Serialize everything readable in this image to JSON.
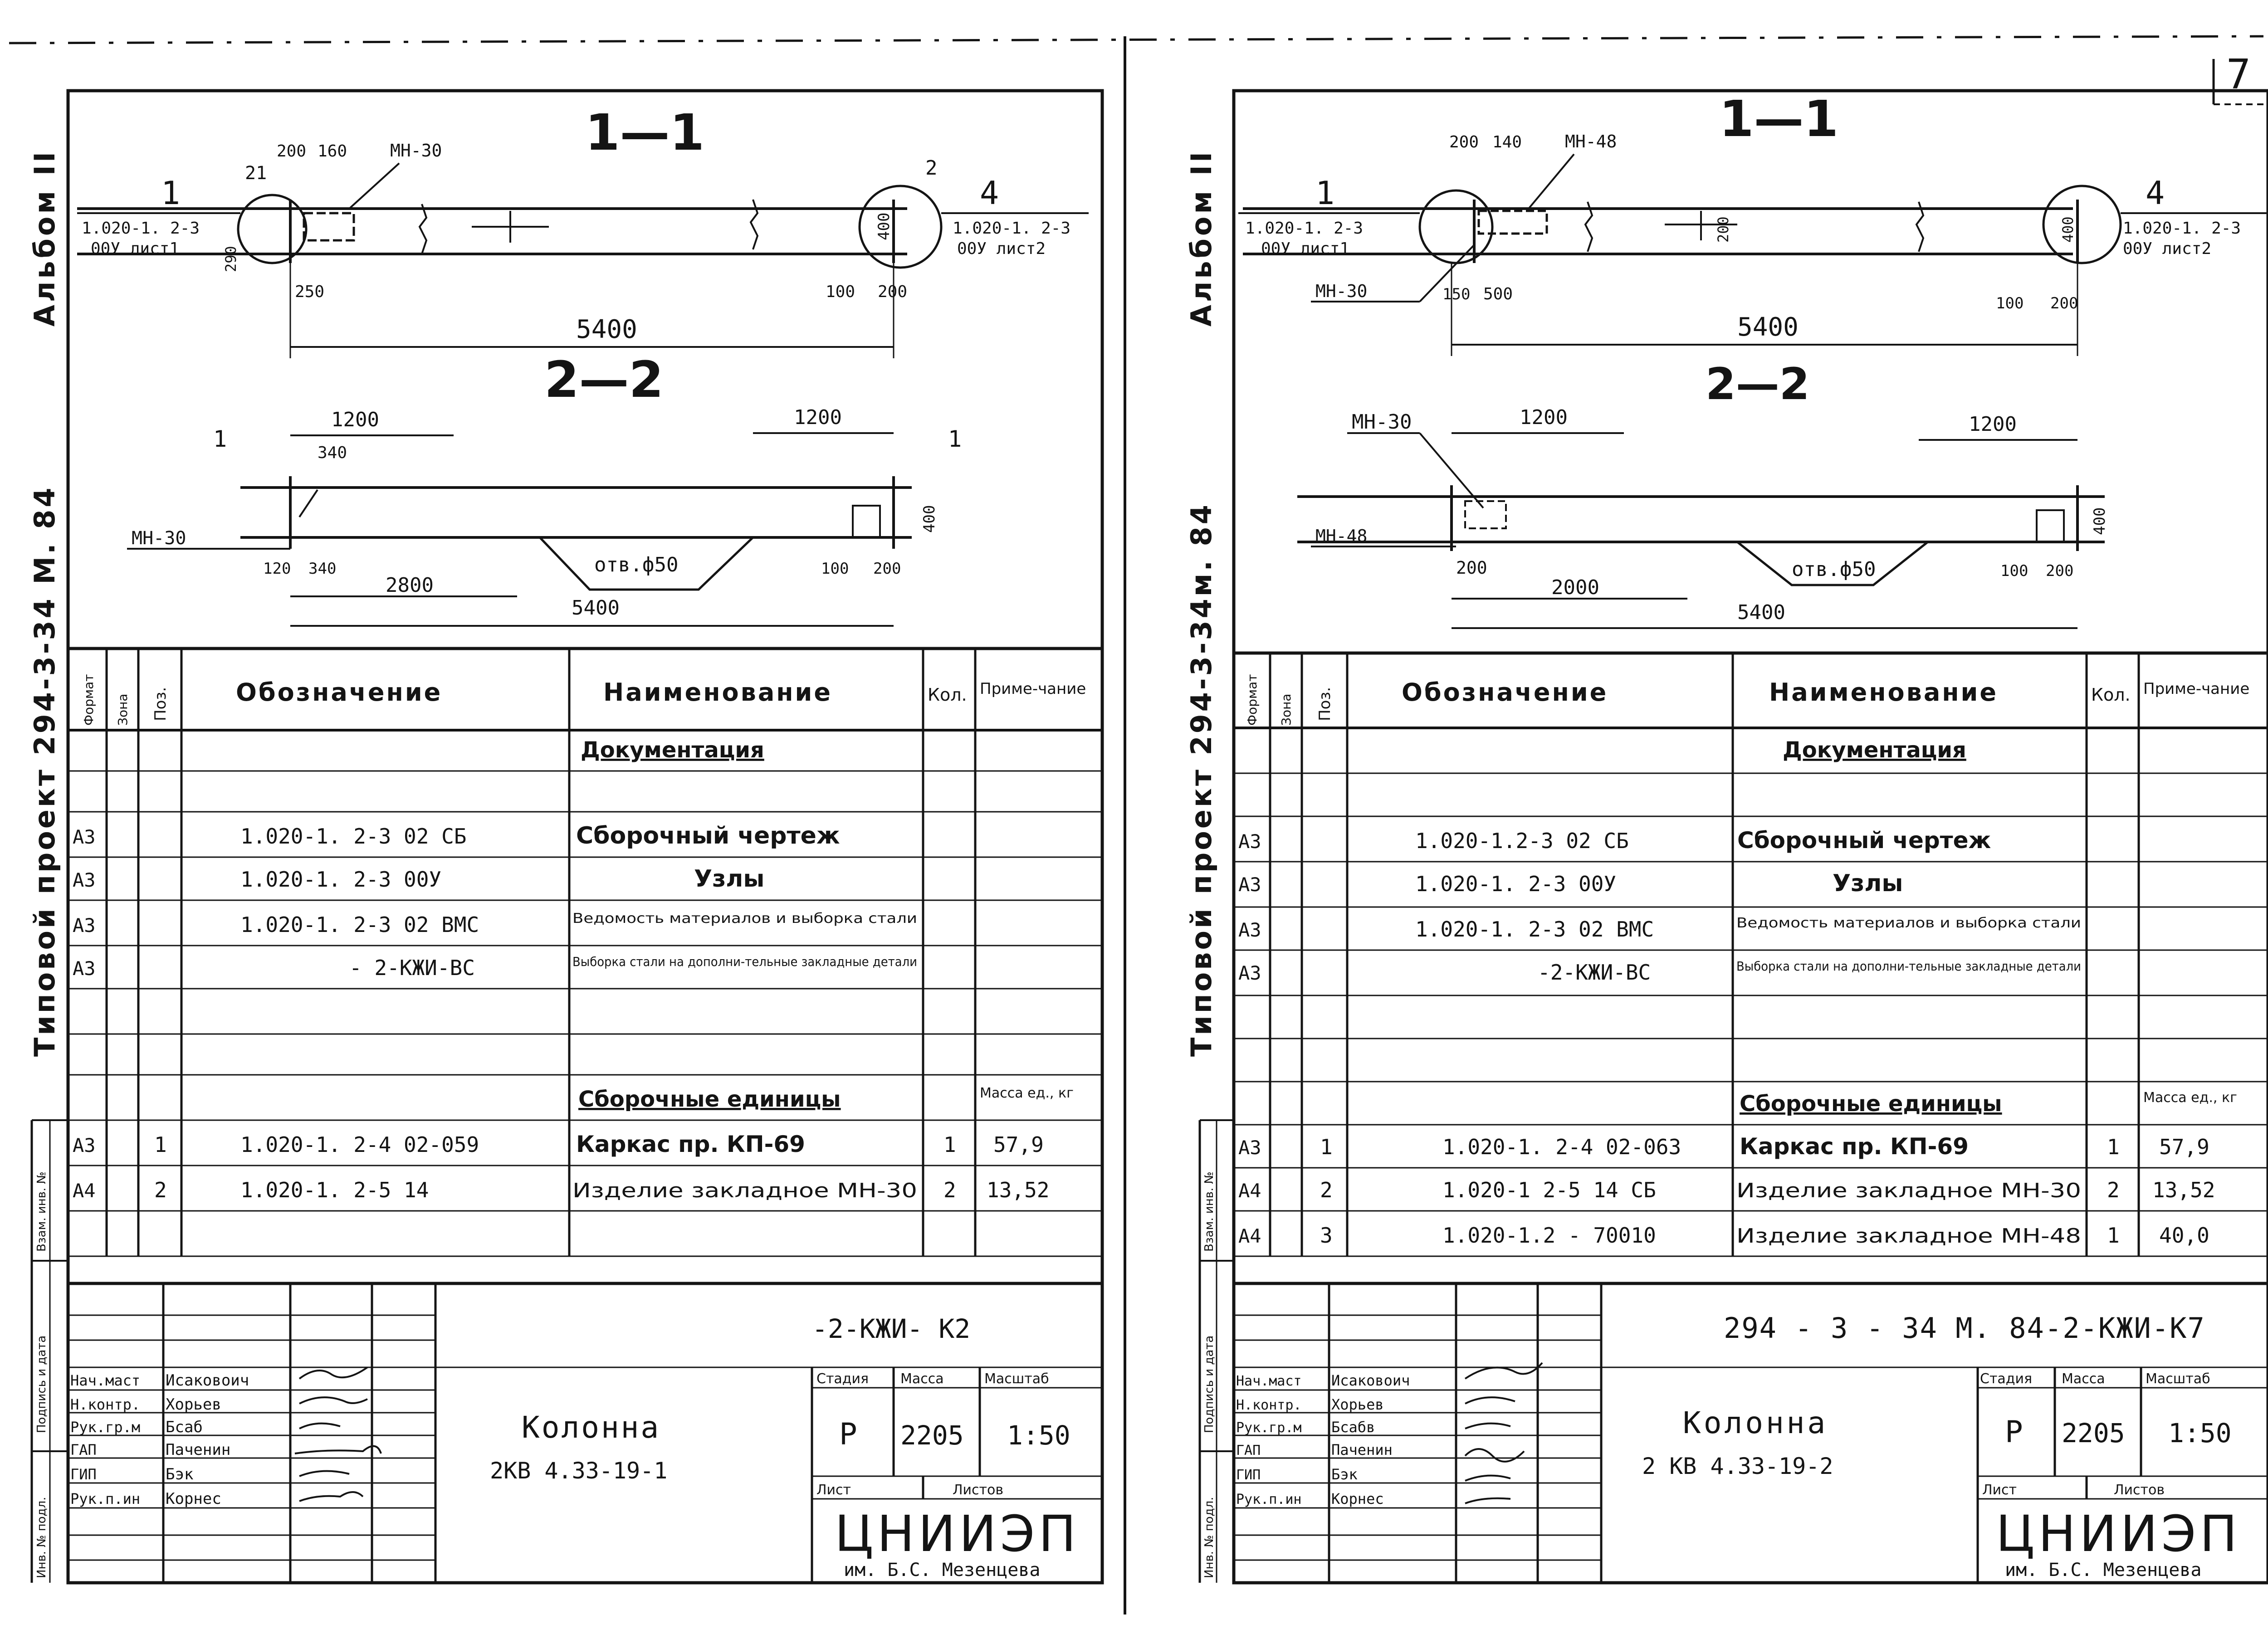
{
  "page_number": "7",
  "sheets": [
    {
      "side_album": "Альбом II",
      "side_project": "Типовой проект 294-3-34 М. 84",
      "side_stamp": [
        "Взам. инв. №",
        "Подпись и дата",
        "Инв. № подл."
      ],
      "drawings": {
        "section1_title": "1—1",
        "section2_title": "2—2",
        "s1_ref_left_num": "1",
        "s1_ref_left_text": [
          "1.020-1. 2-3",
          "00У лист1"
        ],
        "s1_ref_right_num": "4",
        "s1_ref_right_text": [
          "1.020-1. 2-3",
          "00У лист2"
        ],
        "s1_dims": [
          "200",
          "160",
          "МН-30",
          "250",
          "5400",
          "100",
          "200",
          "400",
          "200",
          "2",
          "290",
          "21"
        ],
        "s2_dims": [
          "1200",
          "340",
          "МН-30",
          "120",
          "340",
          "2800",
          "5400",
          "отв.ф50",
          "1200",
          "100",
          "200",
          "400",
          "1",
          "1"
        ]
      },
      "table": {
        "headers": {
          "format": "Формат",
          "zone": "Зона",
          "pos": "Поз.",
          "designation": "Обозначение",
          "name": "Наименование",
          "qty": "Кол.",
          "note": "Приме-чание"
        },
        "section_docs": "Документация",
        "docs": [
          {
            "format": "А3",
            "designation": "1.020-1. 2-3   02 СБ",
            "name": "Сборочный чертеж"
          },
          {
            "format": "А3",
            "designation": "1.020-1. 2-3  00У",
            "name": "Узлы"
          },
          {
            "format": "А3",
            "designation": "1.020-1. 2-3  02 ВМС",
            "name": "Ведомость материалов и выборка стали"
          },
          {
            "format": "А3",
            "designation": "- 2-КЖИ-ВС",
            "name": "Выборка стали на дополни-тельные закладные детали"
          }
        ],
        "section_units": "Сборочные единицы",
        "units_note": "Масса ед., кг",
        "units": [
          {
            "format": "А3",
            "pos": "1",
            "designation": "1.020-1. 2-4  02-059",
            "name": "Каркас  пр. КП-69",
            "qty": "1",
            "note": "57,9"
          },
          {
            "format": "А4",
            "pos": "2",
            "designation": "1.020-1. 2-5  14",
            "name": "Изделие закладное МН-30",
            "qty": "2",
            "note": "13,52"
          }
        ]
      },
      "title_block": {
        "code": "-2-КЖИ- К2",
        "roles": [
          "Нач.маст",
          "Н.контр.",
          "Рук.гр.м",
          "ГАП",
          "ГИП",
          "Рук.п.ин"
        ],
        "names": [
          "Исаковоич",
          "Хорьев",
          "Бсаб",
          "Паченин",
          "Бэк",
          "Корнес"
        ],
        "object": "Колонна",
        "object_code": "2КВ 4.33-19-1",
        "stage_label": "Стадия",
        "sheet_label": "Масса",
        "scale_label": "Масштаб",
        "stage": "Р",
        "mass": "2205",
        "scale": "1:50",
        "list_label": "Лист",
        "lists_label": "Листов",
        "org": "ЦНИИЭП",
        "org_sub": "им. Б.С. Мезенцева"
      }
    },
    {
      "side_album": "Альбом II",
      "side_project": "Типовой проект 294-3-34м. 84",
      "side_stamp": [
        "Взам. инв. №",
        "Подпись и дата",
        "Инв. № подл."
      ],
      "drawings": {
        "section1_title": "1—1",
        "section2_title": "2—2",
        "s1_ref_left_num": "1",
        "s1_ref_left_text": [
          "1.020-1. 2-3",
          "00У лист1"
        ],
        "s1_ref_right_num": "4",
        "s1_ref_right_text": [
          "1.020-1. 2-3",
          "00У лист2"
        ],
        "s1_dims": [
          "200",
          "140",
          "МН-48",
          "МН-30",
          "150",
          "500",
          "5400",
          "100",
          "200",
          "400",
          "200"
        ],
        "s2_dims": [
          "МН-30",
          "1200",
          "1200",
          "МН-48",
          "200",
          "2000",
          "5400",
          "отв.ф50",
          "100",
          "200",
          "400"
        ]
      },
      "table": {
        "headers": {
          "format": "Формат",
          "zone": "Зона",
          "pos": "Поз.",
          "designation": "Обозначение",
          "name": "Наименование",
          "qty": "Кол.",
          "note": "Приме-чание"
        },
        "section_docs": "Документация",
        "docs": [
          {
            "format": "А3",
            "designation": "1.020-1.2-3 02 СБ",
            "name": "Сборочный чертеж"
          },
          {
            "format": "А3",
            "designation": "1.020-1. 2-3  00У",
            "name": "Узлы"
          },
          {
            "format": "А3",
            "designation": "1.020-1. 2-3  02 ВМС",
            "name": "Ведомость материалов и выборка стали"
          },
          {
            "format": "А3",
            "designation": "-2-КЖИ-ВС",
            "name": "Выборка стали на дополни-тельные закладные детали"
          }
        ],
        "section_units": "Сборочные единицы",
        "units_note": "Масса ед., кг",
        "units": [
          {
            "format": "А3",
            "pos": "1",
            "designation": "1.020-1. 2-4 02-063",
            "name": "Каркас  пр. КП-69",
            "qty": "1",
            "note": "57,9"
          },
          {
            "format": "А4",
            "pos": "2",
            "designation": "1.020-1  2-5  14 СБ",
            "name": "Изделие закладное МН-30",
            "qty": "2",
            "note": "13,52"
          },
          {
            "format": "А4",
            "pos": "3",
            "designation": "1.020-1.2 - 70010",
            "name": "Изделие закладное МН-48",
            "qty": "1",
            "note": "40,0"
          }
        ]
      },
      "title_block": {
        "code": "294 - 3 - 34 М. 84-2-КЖИ-К7",
        "roles": [
          "Нач.маст",
          "Н.контр.",
          "Рук.гр.м",
          "ГАП",
          "ГИП",
          "Рук.п.ин"
        ],
        "names": [
          "Исаковоич",
          "Хорьев",
          "Бсабв",
          "Паченин",
          "Бэк",
          "Корнес"
        ],
        "object": "Колонна",
        "object_code": "2 КВ 4.33-19-2",
        "stage_label": "Стадия",
        "sheet_label": "Масса",
        "scale_label": "Масштаб",
        "stage": "Р",
        "mass": "2205",
        "scale": "1:50",
        "list_label": "Лист",
        "lists_label": "Листов",
        "org": "ЦНИИЭП",
        "org_sub": "им. Б.С. Мезенцева"
      }
    }
  ]
}
